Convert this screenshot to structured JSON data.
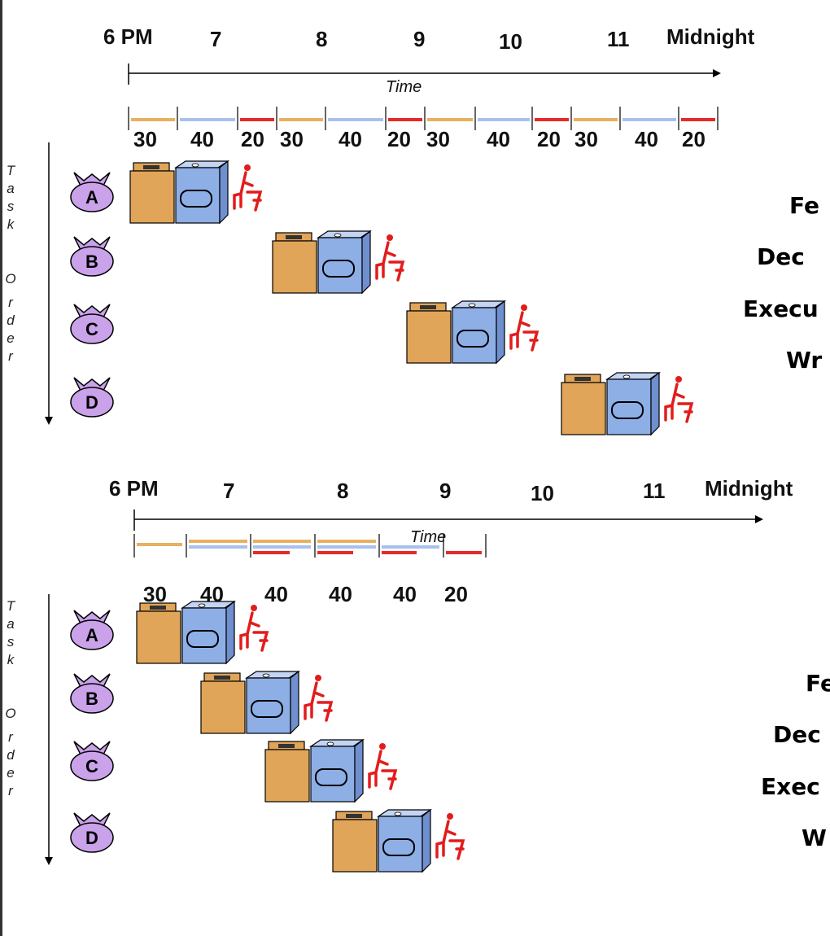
{
  "colors": {
    "wash": "#e8b060",
    "dry": "#a7c1ee",
    "fold": "#e52a2a",
    "bag": "#c9a2ea",
    "washer_body": "#e0a559",
    "dryer_body": "#8eaee6",
    "person": "#e21c1c"
  },
  "diagrams": [
    {
      "time_labels": [
        "6 PM",
        "7",
        "8",
        "9",
        "10",
        "11",
        "Midnight"
      ],
      "time_caption": "Time",
      "axis_label": [
        "T",
        "a",
        "s",
        "k",
        "",
        "O",
        "r",
        "d",
        "e",
        "r"
      ],
      "durations": [
        "30",
        "40",
        "20",
        "30",
        "40",
        "20",
        "30",
        "40",
        "20",
        "30",
        "40",
        "20"
      ],
      "tasks": [
        "A",
        "B",
        "C",
        "D"
      ],
      "stage_labels": [
        "Fe",
        "Dec",
        "Execu",
        "Wr"
      ]
    },
    {
      "time_labels": [
        "6 PM",
        "7",
        "8",
        "9",
        "10",
        "11",
        "Midnight"
      ],
      "time_caption": "Time",
      "axis_label": [
        "T",
        "a",
        "s",
        "k",
        "",
        "O",
        "r",
        "d",
        "e",
        "r"
      ],
      "durations": [
        "30",
        "40",
        "40",
        "40",
        "40",
        "20"
      ],
      "tasks": [
        "A",
        "B",
        "C",
        "D"
      ],
      "stage_labels": [
        "Fe",
        "Dec",
        "Exec",
        "W"
      ]
    }
  ]
}
